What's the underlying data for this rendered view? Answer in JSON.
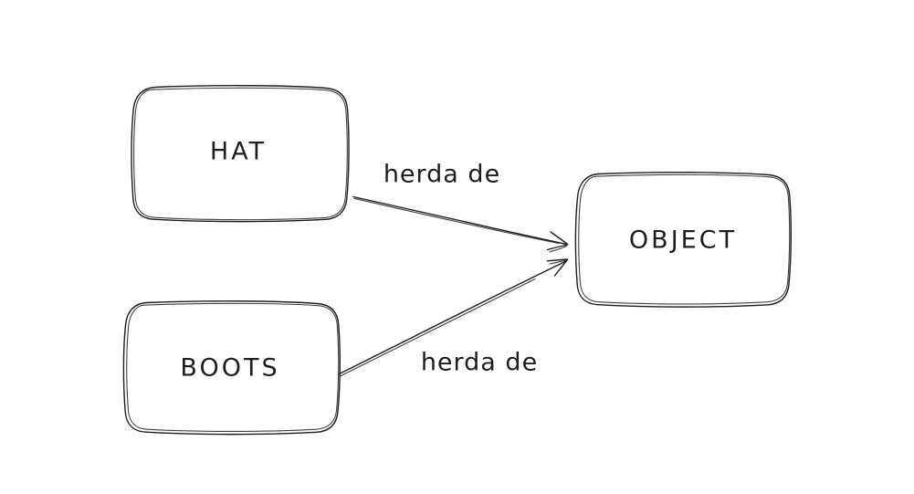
{
  "diagram": {
    "colors": {
      "bg": "#ffffff",
      "stroke": "#1e1e1e",
      "text": "#1e1e1e"
    },
    "nodes": [
      {
        "id": "hat",
        "label": "HAT"
      },
      {
        "id": "boots",
        "label": "BOOTS"
      },
      {
        "id": "object",
        "label": "OBJECT"
      }
    ],
    "edges": [
      {
        "from": "hat",
        "to": "object",
        "label": "herda de"
      },
      {
        "from": "boots",
        "to": "object",
        "label": "herda de"
      }
    ]
  }
}
